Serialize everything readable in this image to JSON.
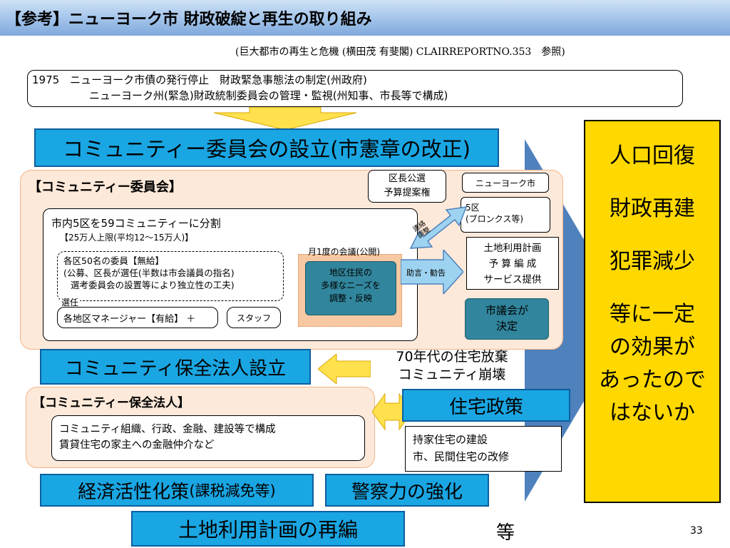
{
  "title": "【参考】ニューヨーク市 財政破綻と再生の取り組み",
  "source": "(巨大都市の再生と危機 (横田茂 有斐閣) CLAIRREPORTNO.353　参照)",
  "fiscal_box": {
    "line1": "1975　ニューヨーク市債の発行停止　財政緊急事態法の制定(州政府)",
    "line2": "ニューヨーク州(緊急)財政統制委員会の管理・監視(州知事、市長等で構成)"
  },
  "community_header": "コミュニティー委員会の設立(市憲章の改正)",
  "committee": {
    "label": "【コミュニティー委員会】",
    "split": "市内5区を59コミュニティーに分割",
    "population": "【25万人上限(平均12～15万人)】",
    "members_l1": "各区50名の委員【無給】",
    "members_l2": "(公募、区長が選任(半数は市会議員の指名)",
    "members_l3": "選考委員会の設置等により独立性の工夫)",
    "select": "選任",
    "manager": "各地区マネージャー【有給】 ＋",
    "staff": "スタッフ",
    "meeting": "月1度の会議(公開)",
    "residents_l1": "地区住民の",
    "residents_l2": "多様なニーズを",
    "residents_l3": "調整・反映",
    "advice": "助言・勧告",
    "mayor_power_l1": "区長公選",
    "mayor_power_l2": "予算提案権",
    "nyc": "ニューヨーク市",
    "borough_l1": "5区",
    "borough_l2": "(ブロンクス等)",
    "liaison_l1": "連絡",
    "liaison_l2": "調整",
    "landuse_l1": "土地利用計画",
    "landuse_l2": "予 算 編 成",
    "landuse_l3": "サービス提供",
    "council_l1": "市議会が",
    "council_l2": "決定"
  },
  "cpc_header": "コミュニティ保全法人設立",
  "seventies_l1": "70年代の住宅放棄",
  "seventies_l2": "コミュニティ崩壊",
  "cpc": {
    "label": "【コミュニティー保全法人】",
    "detail_l1": "コミュニティ組織、行政、金融、建設等で構成",
    "detail_l2": "賃貸住宅の家主への金融仲介など"
  },
  "housing_header": "住宅政策",
  "housing": {
    "l1": "持家住宅の建設",
    "l2": "市、民間住宅の改修"
  },
  "economy_main": "経済活性化策",
  "economy_sub": "(課税減免等)",
  "police": "警察力の強化",
  "landplan": "土地利用計画の再編",
  "etc": "等",
  "conclusion": {
    "l1": "人口回復",
    "l2": "財政再建",
    "l3": "犯罪減少",
    "l4": "等に一定",
    "l5": "の効果が",
    "l6": "あったので",
    "l7": "はないか"
  },
  "page_number": "33",
  "colors": {
    "blue_box": "#1aa6e3",
    "teal": "#31859c",
    "peach": "#fde9d9",
    "yellow": "#ffd800",
    "arrow_blue": "#4f81bd",
    "arrow_yellow": "#ffe14d",
    "light_blue_arrow": "#9dd3f0"
  }
}
